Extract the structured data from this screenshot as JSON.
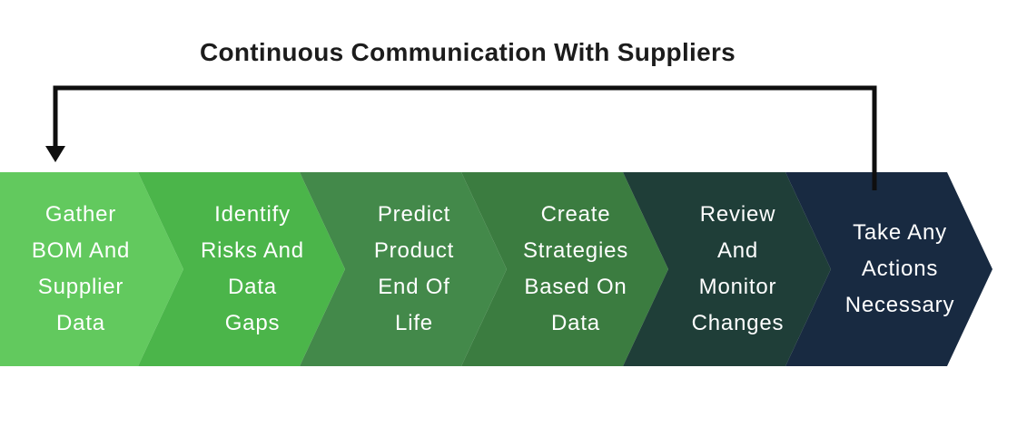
{
  "title": {
    "text": "Continuous Communication With Suppliers",
    "color": "#1c1c1c"
  },
  "arrow": {
    "meaning": "feedback loop from last step back to first step",
    "color": "#0f0f0f"
  },
  "process": {
    "text_color": "#ffffff",
    "steps": [
      {
        "label": "Gather BOM And Supplier Data",
        "lines": [
          "Gather",
          "BOM And",
          "Supplier",
          "Data"
        ],
        "color": "#62c95e"
      },
      {
        "label": "Identify Risks And Data Gaps",
        "lines": [
          "Identify",
          "Risks And",
          "Data",
          "Gaps"
        ],
        "color": "#4bb54a"
      },
      {
        "label": "Predict Product End Of Life",
        "lines": [
          "Predict",
          "Product",
          "End Of",
          "Life"
        ],
        "color": "#43894a"
      },
      {
        "label": "Create Strategies Based On Data",
        "lines": [
          "Create",
          "Strategies",
          "Based On",
          "Data"
        ],
        "color": "#3b7c40"
      },
      {
        "label": "Review And Monitor Changes",
        "lines": [
          "Review",
          "And",
          "Monitor",
          "Changes"
        ],
        "color": "#1f3e38"
      },
      {
        "label": "Take Any Actions Necessary",
        "lines": [
          "Take Any",
          "Actions",
          "Necessary"
        ],
        "color": "#182a41"
      }
    ]
  }
}
